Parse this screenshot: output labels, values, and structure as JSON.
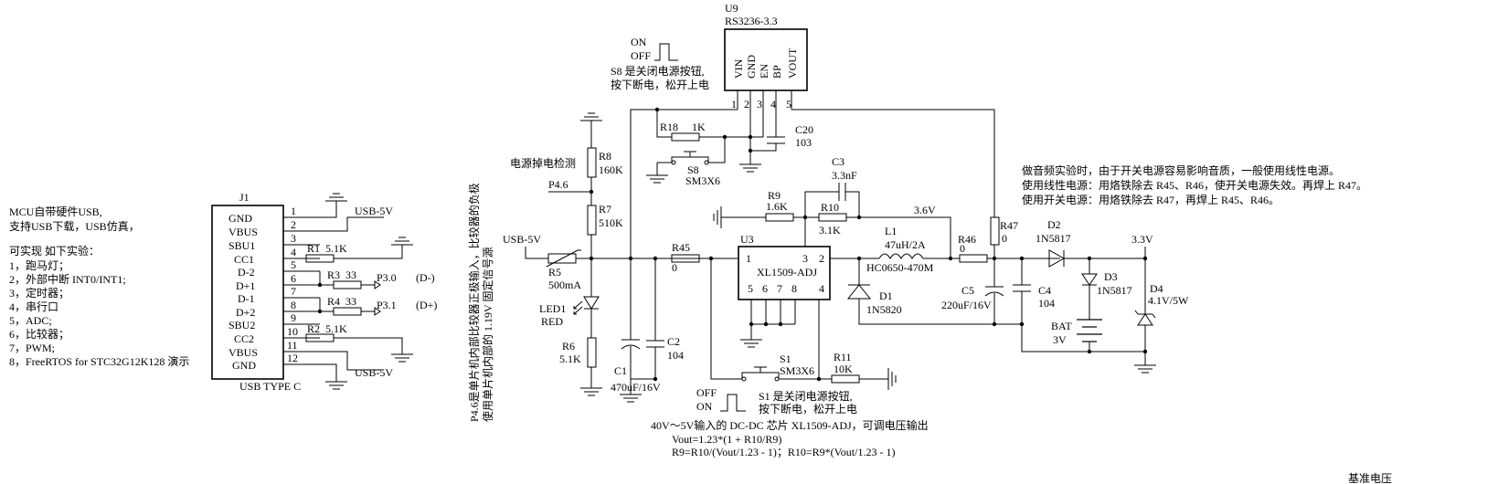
{
  "notes_left": {
    "line1": "MCU自带硬件USB,",
    "line2": "支持USB下载，USB仿真，",
    "line3": "可实现 如下实验：",
    "items": [
      "1，跑马灯；",
      "2，外部中断 INT0/INT1;",
      "3，定时器；",
      "4，串行口",
      "5，ADC;",
      "6，比较器；",
      "7，PWM;",
      "8，FreeRTOS for STC32G12K128 演示"
    ]
  },
  "j1": {
    "ref": "J1",
    "name": "USB TYPE C",
    "pins": [
      {
        "num": "1",
        "name": "GND"
      },
      {
        "num": "2",
        "name": "VBUS"
      },
      {
        "num": "3",
        "name": "SBU1"
      },
      {
        "num": "4",
        "name": "CC1"
      },
      {
        "num": "5",
        "name": "D-2"
      },
      {
        "num": "6",
        "name": "D+1"
      },
      {
        "num": "7",
        "name": "D-1"
      },
      {
        "num": "8",
        "name": "D+2"
      },
      {
        "num": "9",
        "name": "SBU2"
      },
      {
        "num": "10",
        "name": "CC2"
      },
      {
        "num": "11",
        "name": "VBUS"
      },
      {
        "num": "12",
        "name": "GND"
      }
    ],
    "net_usb5v_top": "USB-5V",
    "net_usb5v_bottom": "USB-5V",
    "r1": "R1",
    "r1_val": "5.1K",
    "r2": "R2",
    "r2_val": "5.1K",
    "r3": "R3",
    "r3_val": "33",
    "r4": "R4",
    "r4_val": "33",
    "p30": "P3.0",
    "p31": "P3.1",
    "dminus": "(D-)",
    "dplus": "(D+)"
  },
  "vertical_note": {
    "line1": "P4.6是单片机内部比较器正极输入，比较器的负极",
    "line2": "使用单片机内部的 1.19V 固定信号源"
  },
  "power_detect": {
    "label": "电源掉电检测",
    "r8": "R8",
    "r8_val": "160K",
    "p46": "P4.6",
    "r7": "R7",
    "r7_val": "510K",
    "net_usb5v": "USB-5V",
    "r5": "R5",
    "r5_val": "500mA",
    "led1": "LED1",
    "led1_color": "RED",
    "r6": "R6",
    "r6_val": "5.1K",
    "c1": "C1",
    "c1_val": "470uF/16V",
    "c2": "C2",
    "c2_val": "104"
  },
  "u9": {
    "ref": "U9",
    "part": "RS3236-3.3",
    "pins": [
      "VIN",
      "GND",
      "EN",
      "BP",
      "VOUT"
    ],
    "pin_nums": [
      "1",
      "2",
      "3",
      "4",
      "5"
    ],
    "c20": "C20",
    "c20_val": "103",
    "r18": "R18",
    "r18_val": "1K",
    "s8": "S8",
    "s8_part": "SM3X6"
  },
  "s8_note": {
    "on": "ON",
    "off": "OFF",
    "line1": "S8 是关闭电源按钮,",
    "line2": "按下断电，松开上电"
  },
  "u3": {
    "ref": "U3",
    "part": "XL1509-ADJ",
    "pin1": "1",
    "pin3": "3",
    "pin2": "2",
    "pin4": "4",
    "pins_bottom": [
      "5",
      "6",
      "7",
      "8"
    ],
    "r45": "R45",
    "r45_val": "0",
    "r9": "R9",
    "r9_val": "1.6K",
    "r10": "R10",
    "r10_val": "3.1K",
    "c3": "C3",
    "c3_val": "3.3nF",
    "l1": "L1",
    "l1_val": "47uH/2A",
    "l1_part": "HC0650-470M",
    "net_36v": "3.6V",
    "d1": "D1",
    "d1_part": "1N5820",
    "s1": "S1",
    "s1_part": "SM3X6",
    "r11": "R11",
    "r11_val": "10K"
  },
  "s1_note": {
    "off": "OFF",
    "on": "ON",
    "line1": "S1 是关闭电源按钮,",
    "line2": "按下断电，松开上电"
  },
  "dcdc_note": {
    "line1": "40V～5V输入的 DC-DC 芯片 XL1509-ADJ，可调电压输出",
    "line2": "Vout=1.23*(1 + R10/R9)",
    "line3": "R9=R10/(Vout/1.23 - 1)；R10=R9*(Vout/1.23 - 1)"
  },
  "output": {
    "r46": "R46",
    "r46_val": "0",
    "r47": "R47",
    "r47_val": "0",
    "c5": "C5",
    "c5_val": "220uF/16V",
    "c4": "C4",
    "c4_val": "104",
    "d2": "D2",
    "d2_part": "1N5817",
    "d3": "D3",
    "d3_part": "1N5817",
    "d4": "D4",
    "d4_val": "4.1V/5W",
    "net_33v": "3.3V",
    "bat": "BAT",
    "bat_val": "3V"
  },
  "notes_right": {
    "line1": "做音频实验时，由于开关电源容易影响音质，一般使用线性电源。",
    "line2": "使用线性电源：用烙铁除去 R45、R46，使开关电源失效。再焊上 R47。",
    "line3": "使用开关电源：用烙铁除去 R47，再焊上 R45、R46。"
  },
  "corner_label": "基准电压"
}
